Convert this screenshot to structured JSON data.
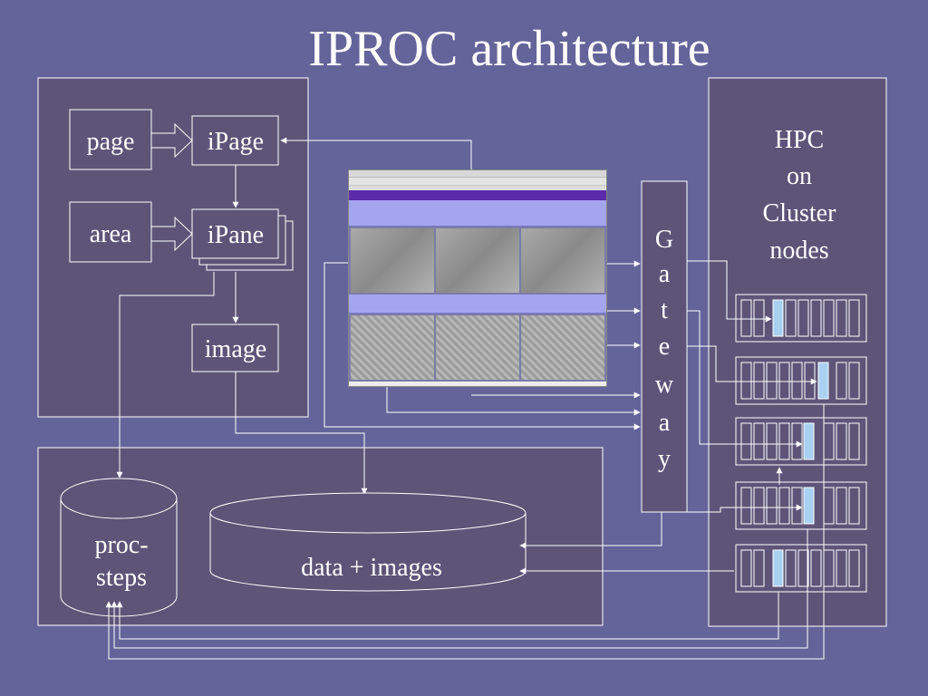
{
  "title": "IPROC architecture",
  "diagram": {
    "client": {
      "page_label": "page",
      "ipage_label": "iPage",
      "area_label": "area",
      "ipane_label": "iPane",
      "image_label": "image"
    },
    "storage": {
      "procsteps_label_1": "proc-",
      "procsteps_label_2": "steps",
      "data_label": "data + images"
    },
    "gateway": {
      "letters": [
        "G",
        "a",
        "t",
        "e",
        "w",
        "a",
        "y"
      ]
    },
    "cluster": {
      "title_lines": [
        "HPC",
        "on",
        "Cluster",
        "nodes"
      ]
    }
  },
  "colors": {
    "background": "#64649a",
    "panel": "#5e5478",
    "line": "#ffffff",
    "node_highlight": "#a8d0f0"
  }
}
